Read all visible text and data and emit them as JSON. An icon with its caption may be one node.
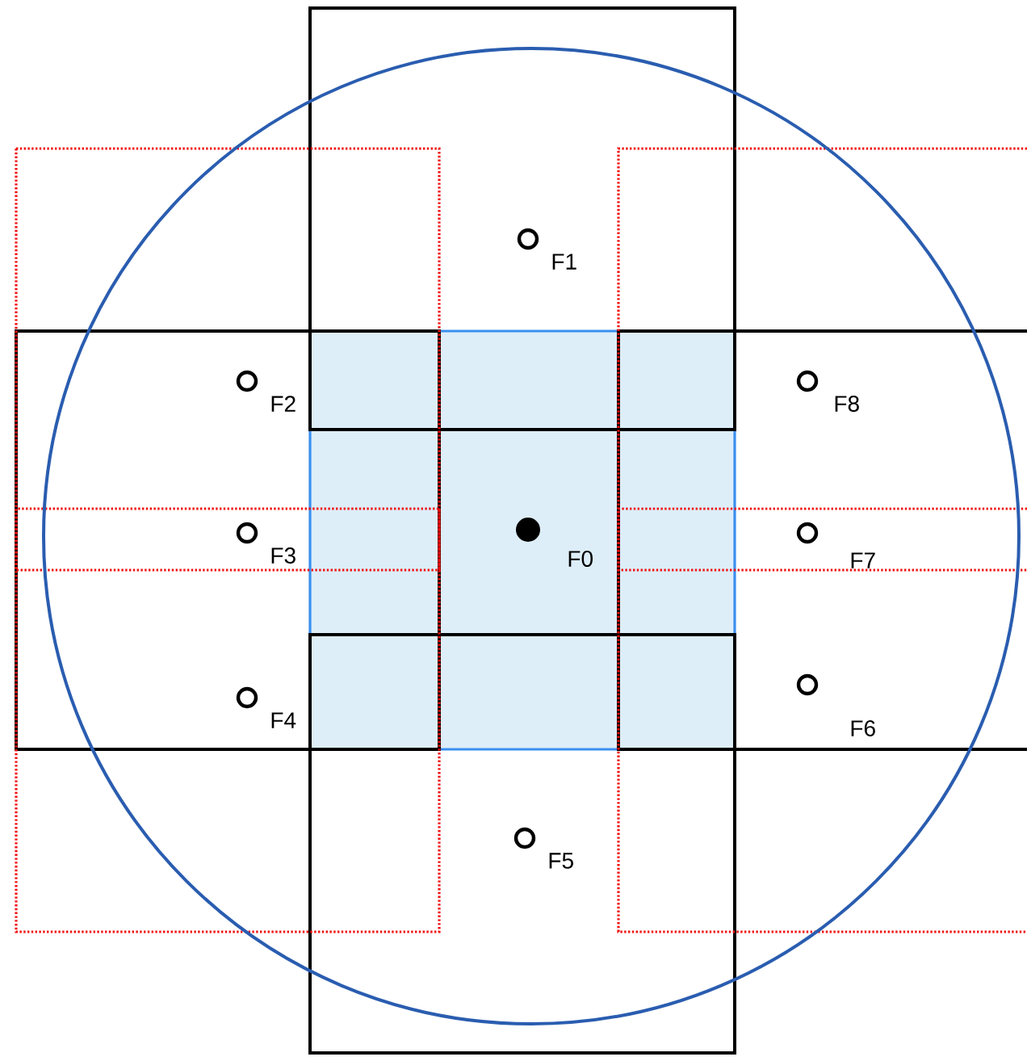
{
  "diagram": {
    "nodes": [
      {
        "text": [],
        "shape": "circle",
        "beside": [
          "F1"
        ]
      },
      {
        "text": [],
        "shape": "circle",
        "beside": [
          "F2"
        ]
      },
      {
        "text": [],
        "shape": "circle",
        "beside": [
          "F8"
        ]
      },
      {
        "text": [],
        "shape": "circle",
        "beside": [
          "F3"
        ]
      },
      {
        "text": [],
        "shape": "dot",
        "beside": [
          "F0"
        ]
      },
      {
        "text": [],
        "shape": "circle",
        "beside": [
          "F7"
        ]
      },
      {
        "text": [],
        "shape": "circle",
        "beside": [
          "F6"
        ]
      },
      {
        "text": [],
        "shape": "circle",
        "beside": [
          "F4"
        ]
      },
      {
        "text": [],
        "shape": "circle",
        "beside": [
          "F5"
        ]
      }
    ]
  }
}
